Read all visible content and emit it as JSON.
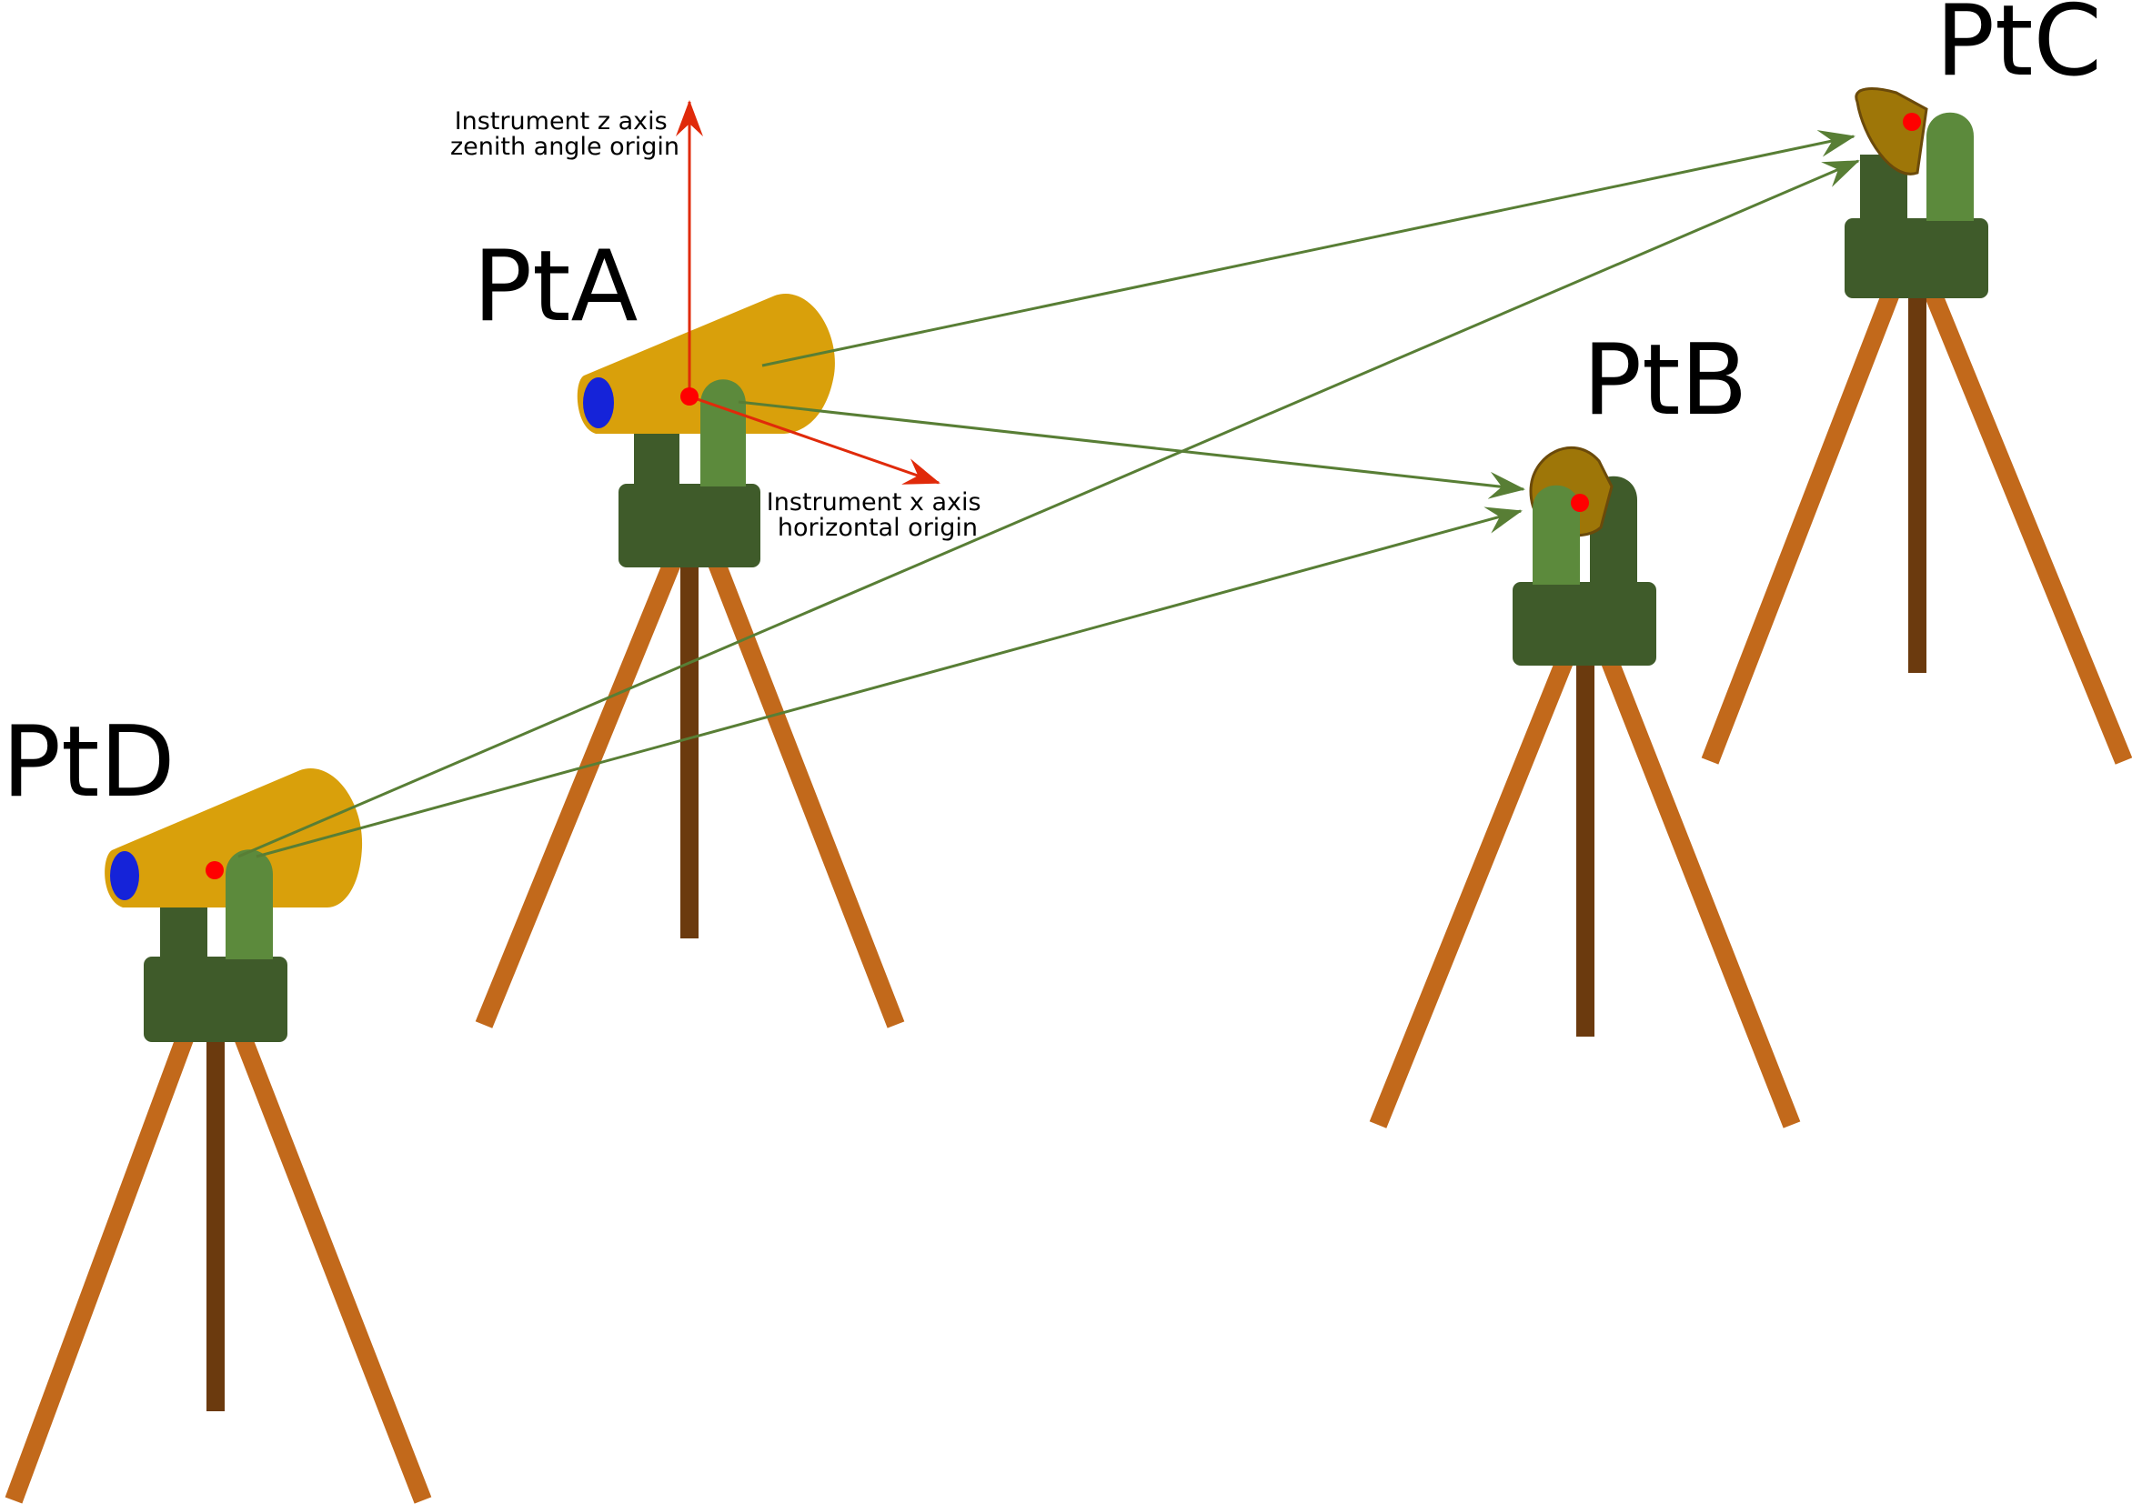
{
  "stations": {
    "pta": {
      "label": "PtA"
    },
    "ptb": {
      "label": "PtB"
    },
    "ptc": {
      "label": "PtC"
    },
    "ptd": {
      "label": "PtD"
    }
  },
  "axes": {
    "z_axis": {
      "line1": "Instrument z axis",
      "line2": "zenith angle origin"
    },
    "x_axis": {
      "line1": "Instrument x axis",
      "line2": "horizontal origin"
    }
  },
  "colors": {
    "tripod_leg": "#c2691b",
    "tripod_center": "#6b3a0e",
    "base_dark": "#3f5b2a",
    "arm_light": "#5c8a3c",
    "scope_body": "#d9a00b",
    "lens": "#1523d9",
    "reflector": "#9e7608",
    "reflector_edge": "#6b4a0a",
    "sight_line": "#587e35",
    "axis_arrow": "#e02a0a",
    "target_point": "#ff0000"
  }
}
